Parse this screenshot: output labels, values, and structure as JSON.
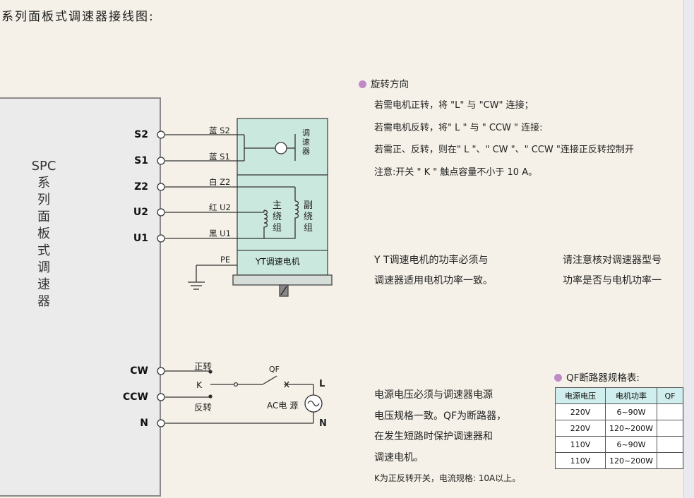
{
  "title": "系列面板式调速器接线图:",
  "spc": {
    "label": "SPC\n系\n列\n面\n板\n式\n调\n速\n器"
  },
  "terminals": {
    "s2": "S2",
    "s1": "S1",
    "z2": "Z2",
    "u2": "U2",
    "u1": "U1",
    "cw": "CW",
    "ccw": "CCW",
    "n": "N"
  },
  "wires": {
    "s2": "蓝 S2",
    "s1": "蓝 S1",
    "z2": "白 Z2",
    "u2": "红 U2",
    "u1": "黑 U1",
    "pe": "PE"
  },
  "governor": {
    "label": "调速器"
  },
  "motor": {
    "main_winding": "主绕组",
    "aux_winding": "副绕组",
    "label": "YT调速电机"
  },
  "switch": {
    "forward": "正转",
    "k": "K",
    "reverse": "反转",
    "qf": "QF",
    "ac": "AC电 源",
    "l": "L",
    "n": "N"
  },
  "rotation": {
    "heading": "旋转方向",
    "lines": [
      "若需电机正转，将 \"L\" 与 \"CW\" 连接；",
      "若需电机反转，将\" L \" 与 \" CCW \" 连接:",
      "若需正、反转，则在\" L \"、\" CW \"、\" CCW \"连接正反转控制开",
      "注意:开关 \" K \" 触点容量不小于 10 A。"
    ]
  },
  "note_power": {
    "line1": "Y T调速电机的功率必须与",
    "line2": "调速器适用电机功率一致。"
  },
  "note_check": {
    "line1": "请注意核对调速器型号",
    "line2": "功率是否与电机功率一"
  },
  "note_supply": {
    "line1": "电源电压必须与调速器电源",
    "line2": "电压规格一致。QF为断路器，",
    "line3": "在发生短路时保护调速器和",
    "line4": "调速电机。",
    "line5": "K为正反转开关，电流规格: 10A以上。"
  },
  "qf_table": {
    "heading": "QF断路器规格表:",
    "headers": [
      "电源电压",
      "电机功率",
      "QF"
    ],
    "rows": [
      [
        "220V",
        "6~90W",
        ""
      ],
      [
        "220V",
        "120~200W",
        ""
      ],
      [
        "110V",
        "6~90W",
        ""
      ],
      [
        "110V",
        "120~200W",
        ""
      ]
    ]
  },
  "colors": {
    "governor_fill": "#cbe8df",
    "bullet": "#c08ac8",
    "table_header": "#cfeeed"
  }
}
